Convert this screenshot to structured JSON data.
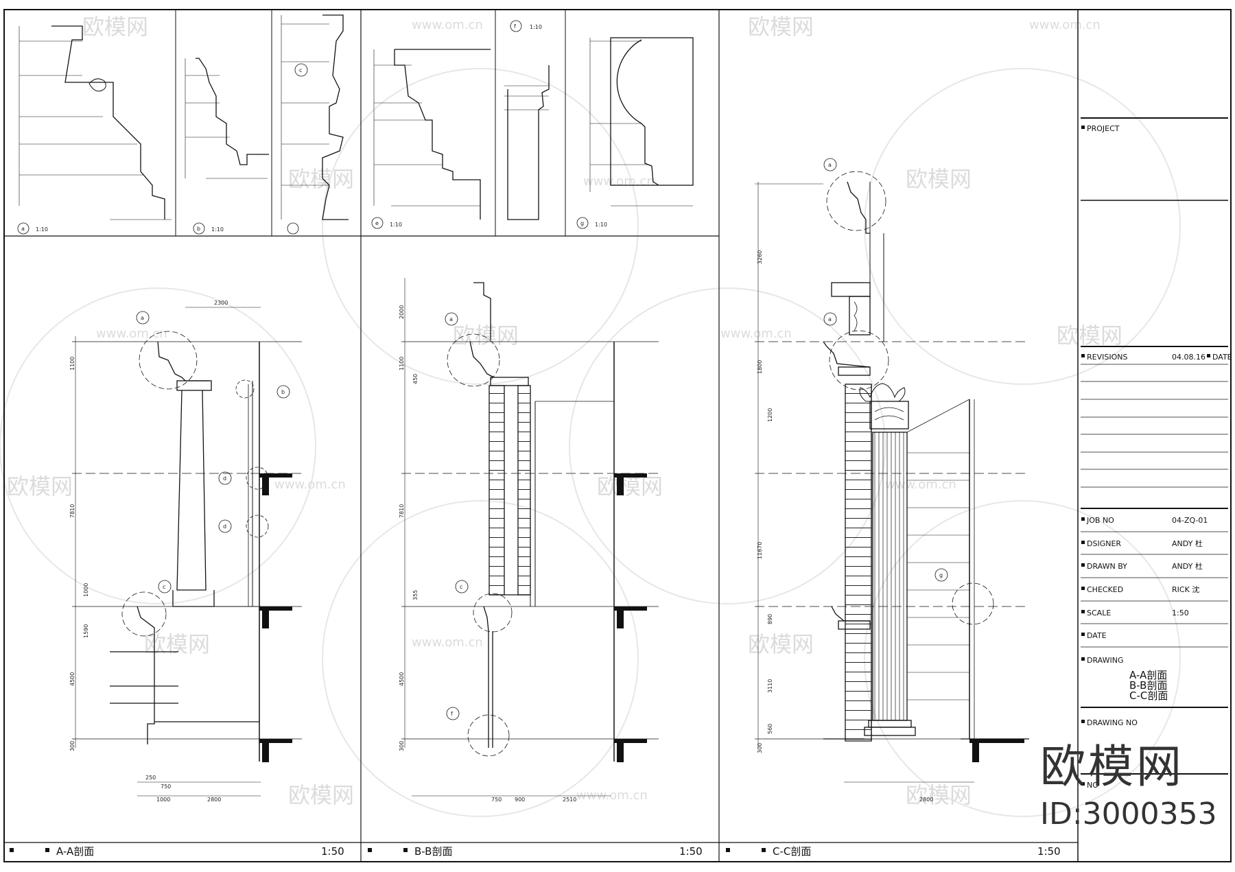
{
  "title_block": {
    "project_label": "PROJECT",
    "revisions_label": "REVISIONS",
    "revision_date": "04.08.16",
    "date_header": "DATE",
    "rows": [
      {
        "label": "JOB NO",
        "value": "04-ZQ-01"
      },
      {
        "label": "DSIGNER",
        "value": "ANDY 杜"
      },
      {
        "label": "DRAWN BY",
        "value": "ANDY 杜"
      },
      {
        "label": "CHECKED",
        "value": "RICK 沈"
      },
      {
        "label": "SCALE",
        "value": "1:50"
      },
      {
        "label": "DATE",
        "value": ""
      }
    ],
    "drawing_label": "DRAWING",
    "drawing_titles": [
      "A-A剖面",
      "B-B剖面",
      "C-C剖面"
    ],
    "drawing_no_label": "DRAWING NO",
    "no_label": "NO"
  },
  "details": [
    {
      "tag": "a",
      "scale": "1:10"
    },
    {
      "tag": "b",
      "scale": "1:10"
    },
    {
      "tag": "c",
      "scale": ""
    },
    {
      "tag": "e",
      "scale": "1:10"
    },
    {
      "tag": "f",
      "scale": "1:10"
    },
    {
      "tag": "g",
      "scale": "1:10"
    }
  ],
  "sections": [
    {
      "label": "A-A剖面",
      "scale": "1:50"
    },
    {
      "label": "B-B剖面",
      "scale": "1:50"
    },
    {
      "label": "C-C剖面",
      "scale": "1:50"
    }
  ],
  "dims_a": [
    "2300",
    "1100",
    "7810",
    "1000",
    "1590",
    "4500",
    "300",
    "250",
    "750",
    "1000",
    "2800"
  ],
  "dims_b": [
    "2000",
    "1100",
    "450",
    "7810",
    "355",
    "4500",
    "300",
    "750",
    "900",
    "2510"
  ],
  "dims_c": [
    "3260",
    "1800",
    "1200",
    "11670",
    "890",
    "3110",
    "560",
    "300",
    "2800"
  ],
  "callouts_a": [
    "a",
    "b",
    "d",
    "d",
    "c"
  ],
  "callouts_b": [
    "a",
    "c",
    "f"
  ],
  "callouts_c": [
    "a",
    "a",
    "g"
  ],
  "watermark": {
    "brand": "欧模网",
    "url": "www.om.cn",
    "id": "ID:3000353"
  }
}
